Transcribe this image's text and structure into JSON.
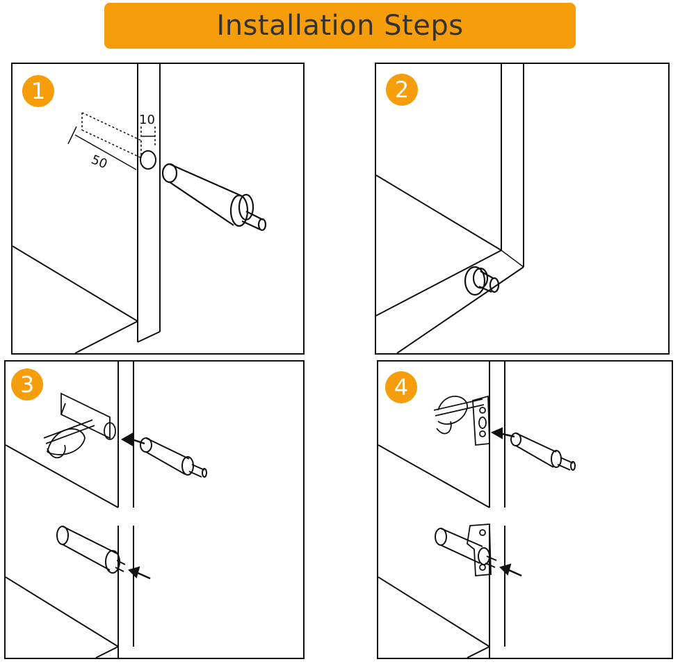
{
  "header": {
    "title": "Installation Steps"
  },
  "steps": [
    {
      "number": "1",
      "dimensions": [
        "10",
        "50"
      ]
    },
    {
      "number": "2"
    },
    {
      "number": "3"
    },
    {
      "number": "4"
    }
  ],
  "colors": {
    "accent": "#f59d0a",
    "line": "#111111",
    "banner_text": "#333333"
  }
}
